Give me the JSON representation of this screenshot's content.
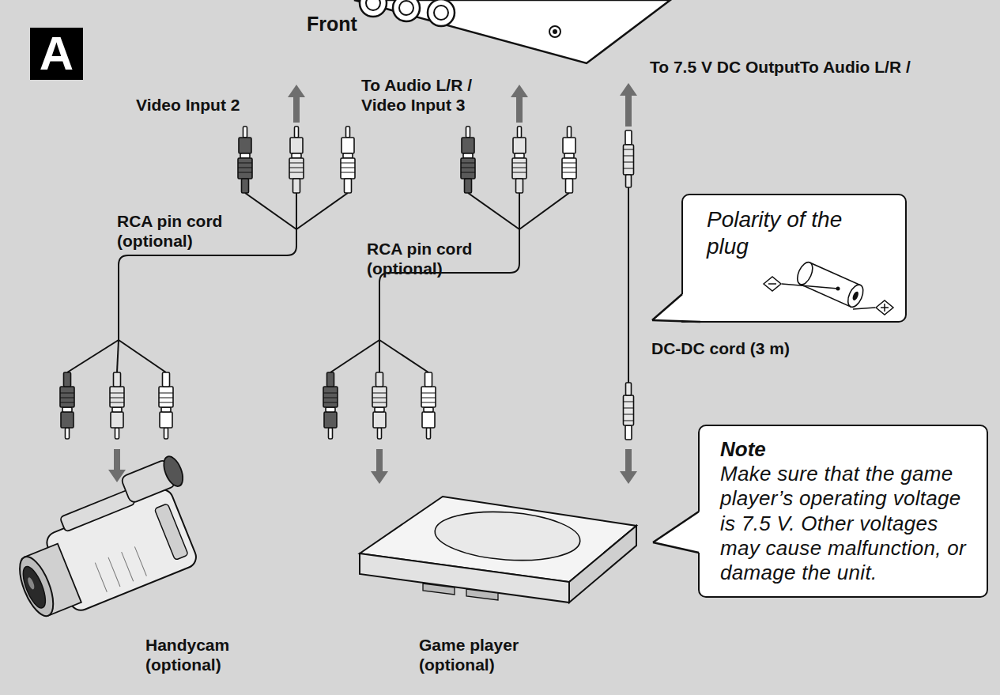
{
  "diagram": {
    "nodes": [
      {
        "text": [
          "A"
        ]
      },
      {
        "text": [
          "Polarity of the plug"
        ]
      },
      {
        "text": [
          "Note",
          "Make sure that the game player’s operating voltage is 7.5 V. Other voltages may cause malfunction, or damage the unit."
        ]
      }
    ],
    "labels": [
      "Front",
      "Video Input 2",
      "To Audio L/R / Video Input 3",
      "To 7.5 V DC OutputTo Audio L/R /",
      "RCA pin cord (optional)",
      "RCA pin cord (optional)",
      "DC-DC cord (3 m)",
      "Handycam (optional)",
      "Game player (optional)"
    ]
  }
}
